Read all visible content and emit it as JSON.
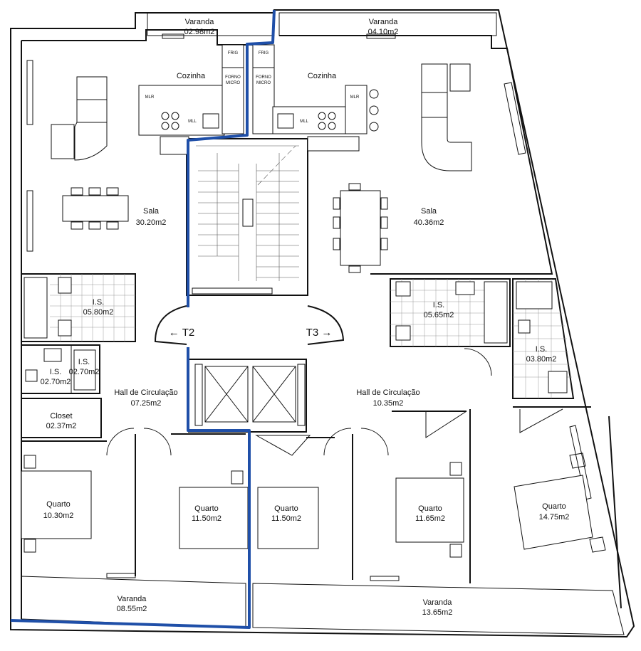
{
  "floorplan": {
    "units": [
      {
        "id": "T2",
        "label": "← T2",
        "rooms": [
          {
            "key": "varanda_top",
            "name": "Varanda",
            "area": "02.98m2"
          },
          {
            "key": "cozinha",
            "name": "Cozinha",
            "area": ""
          },
          {
            "key": "sala",
            "name": "Sala",
            "area": "30.20m2"
          },
          {
            "key": "is_main",
            "name": "I.S.",
            "area": "05.80m2"
          },
          {
            "key": "is_small_a",
            "name": "I.S.",
            "area": "02.70m2"
          },
          {
            "key": "is_small_b",
            "name": "I.S.",
            "area": "02.70m2"
          },
          {
            "key": "closet",
            "name": "Closet",
            "area": "02.37m2"
          },
          {
            "key": "hall",
            "name": "Hall de Circulação",
            "area": "07.25m2"
          },
          {
            "key": "quarto_a",
            "name": "Quarto",
            "area": "10.30m2"
          },
          {
            "key": "quarto_b",
            "name": "Quarto",
            "area": "11.50m2"
          },
          {
            "key": "varanda_bottom",
            "name": "Varanda",
            "area": "08.55m2"
          }
        ]
      },
      {
        "id": "T3",
        "label": "T3 →",
        "rooms": [
          {
            "key": "varanda_top",
            "name": "Varanda",
            "area": "04.10m2"
          },
          {
            "key": "cozinha",
            "name": "Cozinha",
            "area": ""
          },
          {
            "key": "sala",
            "name": "Sala",
            "area": "40.36m2"
          },
          {
            "key": "is_main",
            "name": "I.S.",
            "area": "05.65m2"
          },
          {
            "key": "is_small",
            "name": "I.S.",
            "area": "03.80m2"
          },
          {
            "key": "hall",
            "name": "Hall de Circulação",
            "area": "10.35m2"
          },
          {
            "key": "quarto_a",
            "name": "Quarto",
            "area": "11.50m2"
          },
          {
            "key": "quarto_b",
            "name": "Quarto",
            "area": "11.65m2"
          },
          {
            "key": "quarto_c",
            "name": "Quarto",
            "area": "14.75m2"
          },
          {
            "key": "varanda_bottom",
            "name": "Varanda",
            "area": "13.65m2"
          }
        ]
      }
    ],
    "appliance_labels": {
      "frig": "FRIG",
      "forno_l1": "FORNO",
      "forno_l2": "MICRO",
      "mlr": "MLR",
      "mll": "MLL"
    },
    "colors": {
      "unit_divider": "#1f4fa8",
      "wall": "#111111"
    }
  }
}
